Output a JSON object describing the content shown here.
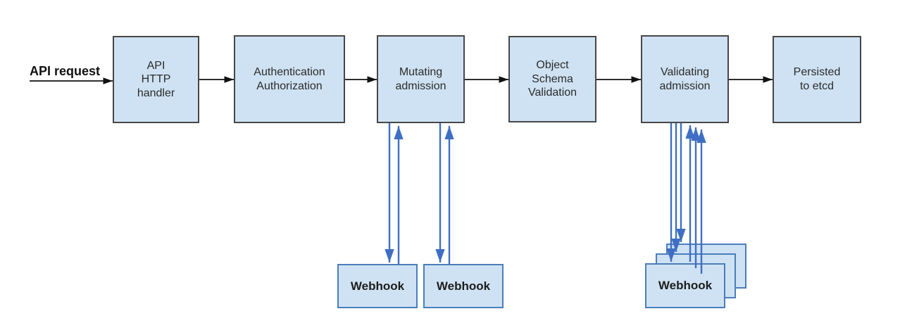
{
  "diagram": {
    "source_label": "API request",
    "flow": [
      {
        "id": "api-http-handler",
        "label": "API\nHTTP\nhandler"
      },
      {
        "id": "authentication-authorization",
        "label": "Authentication\nAuthorization"
      },
      {
        "id": "mutating-admission",
        "label": "Mutating\nadmission"
      },
      {
        "id": "object-schema-validation",
        "label": "Object\nSchema\nValidation"
      },
      {
        "id": "validating-admission",
        "label": "Validating\nadmission"
      },
      {
        "id": "persisted-to-etcd",
        "label": "Persisted\nto etcd"
      }
    ],
    "webhooks": {
      "mutating": [
        {
          "label": "Webhook"
        },
        {
          "label": "Webhook"
        }
      ],
      "validating": {
        "front_label": "Webhook",
        "stack_count": 3
      }
    },
    "edges": [
      {
        "from": "api-request",
        "to": "api-http-handler",
        "color": "black",
        "direction": "right"
      },
      {
        "from": "api-http-handler",
        "to": "authentication-authorization",
        "color": "black",
        "direction": "right"
      },
      {
        "from": "authentication-authorization",
        "to": "mutating-admission",
        "color": "black",
        "direction": "right"
      },
      {
        "from": "mutating-admission",
        "to": "object-schema-validation",
        "color": "black",
        "direction": "right"
      },
      {
        "from": "object-schema-validation",
        "to": "validating-admission",
        "color": "black",
        "direction": "right"
      },
      {
        "from": "validating-admission",
        "to": "persisted-to-etcd",
        "color": "black",
        "direction": "right"
      },
      {
        "from": "mutating-admission",
        "to": "webhook-1",
        "color": "blue",
        "direction": "down-and-up"
      },
      {
        "from": "mutating-admission",
        "to": "webhook-2",
        "color": "blue",
        "direction": "down-and-up"
      },
      {
        "from": "validating-admission",
        "to": "webhook-stack",
        "color": "blue",
        "direction": "3x-down-and-3x-up"
      }
    ],
    "colors": {
      "box_fill": "#cfe2f3",
      "flow_box_border": "#474747",
      "webhook_box_border": "#4a7ebb",
      "flow_arrow": "#111111",
      "webhook_arrow": "#3f6fc4",
      "text": "#2b2b2b"
    }
  }
}
